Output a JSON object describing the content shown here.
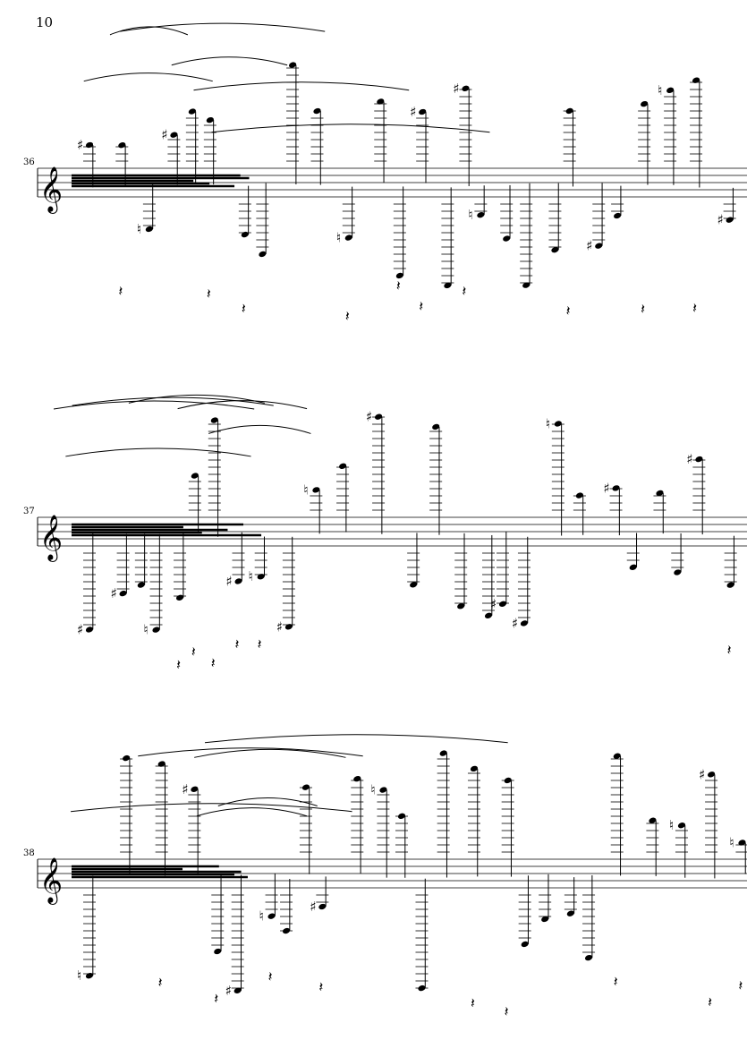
{
  "page": {
    "number": "10"
  },
  "systems": [
    {
      "measure_number": "36",
      "clef": "treble-clef"
    },
    {
      "measure_number": "37",
      "clef": "treble-clef"
    },
    {
      "measure_number": "38",
      "clef": "treble-clef"
    }
  ],
  "glyphs": {
    "sharp": "♯",
    "natural": "♮",
    "rest": "𝄽",
    "clef": "𝄞"
  },
  "colors": {
    "ink": "#000000",
    "paper": "#ffffff"
  }
}
